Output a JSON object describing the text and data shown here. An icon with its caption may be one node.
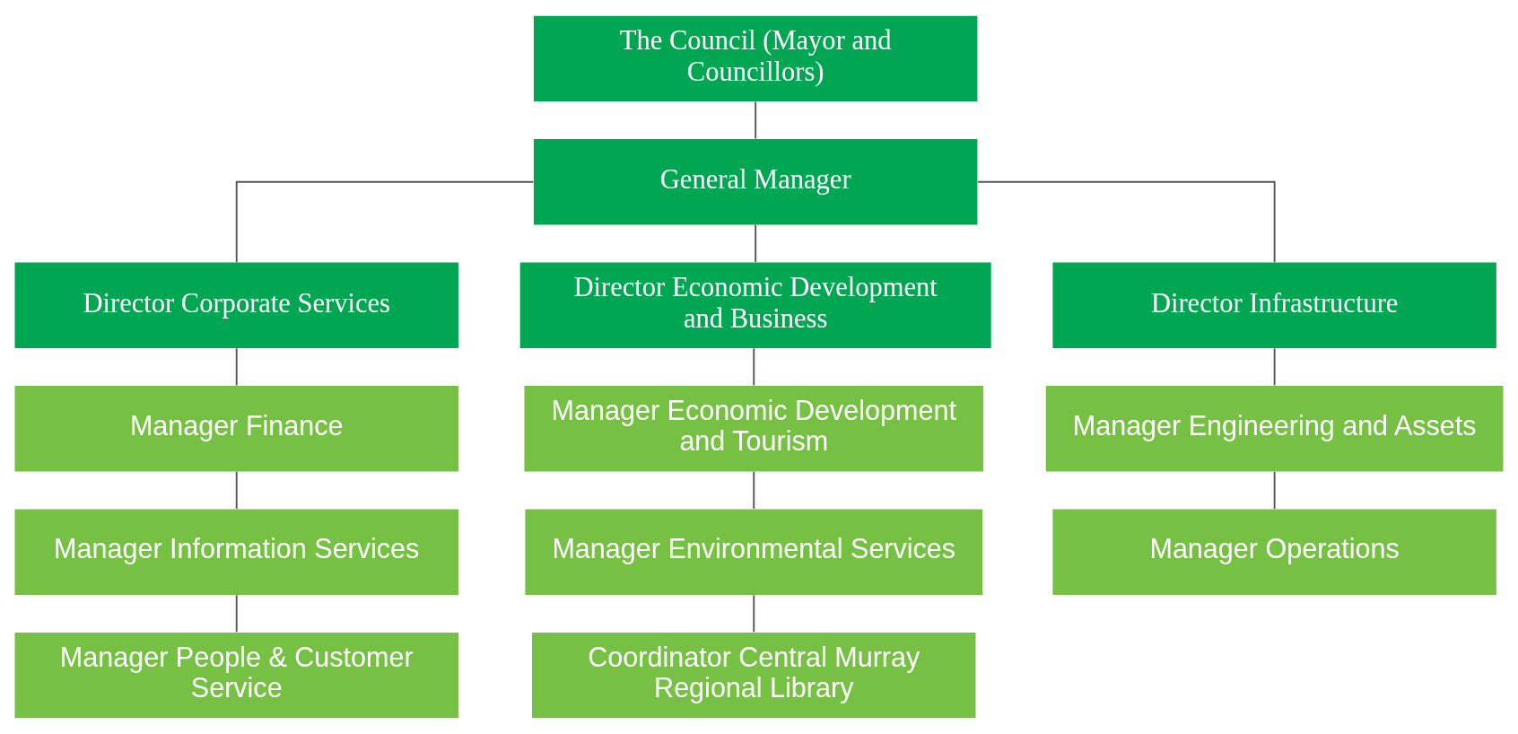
{
  "diagram": {
    "nodes": [
      {
        "text": [
          "The Council (Mayor and Councillors)"
        ]
      },
      {
        "text": [
          "General Manager"
        ]
      },
      {
        "text": [
          "Director Corporate Services"
        ]
      },
      {
        "text": [
          "Director Economic Development and Business"
        ]
      },
      {
        "text": [
          "Director Infrastructure"
        ]
      },
      {
        "text": [
          "Manager Finance"
        ]
      },
      {
        "text": [
          "Manager Information Services"
        ]
      },
      {
        "text": [
          "Manager People & Customer Service"
        ]
      },
      {
        "text": [
          "Manager Economic Development and Tourism"
        ]
      },
      {
        "text": [
          "Manager Environmental Services"
        ]
      },
      {
        "text": [
          "Coordinator Central Murray Regional Library"
        ]
      },
      {
        "text": [
          "Manager Engineering and Assets"
        ]
      },
      {
        "text": [
          "Manager Operations"
        ]
      }
    ],
    "edges": [
      {
        "from": 0,
        "to": 1,
        "arrow": "none"
      },
      {
        "from": 1,
        "to": 2,
        "arrow": "none"
      },
      {
        "from": 1,
        "to": 3,
        "arrow": "none"
      },
      {
        "from": 1,
        "to": 4,
        "arrow": "none"
      },
      {
        "from": 2,
        "to": 5,
        "arrow": "none"
      },
      {
        "from": 5,
        "to": 6,
        "arrow": "none"
      },
      {
        "from": 6,
        "to": 7,
        "arrow": "none"
      },
      {
        "from": 3,
        "to": 8,
        "arrow": "none"
      },
      {
        "from": 8,
        "to": 9,
        "arrow": "none"
      },
      {
        "from": 9,
        "to": 10,
        "arrow": "none"
      },
      {
        "from": 4,
        "to": 11,
        "arrow": "none"
      },
      {
        "from": 11,
        "to": 12,
        "arrow": "none"
      }
    ]
  }
}
